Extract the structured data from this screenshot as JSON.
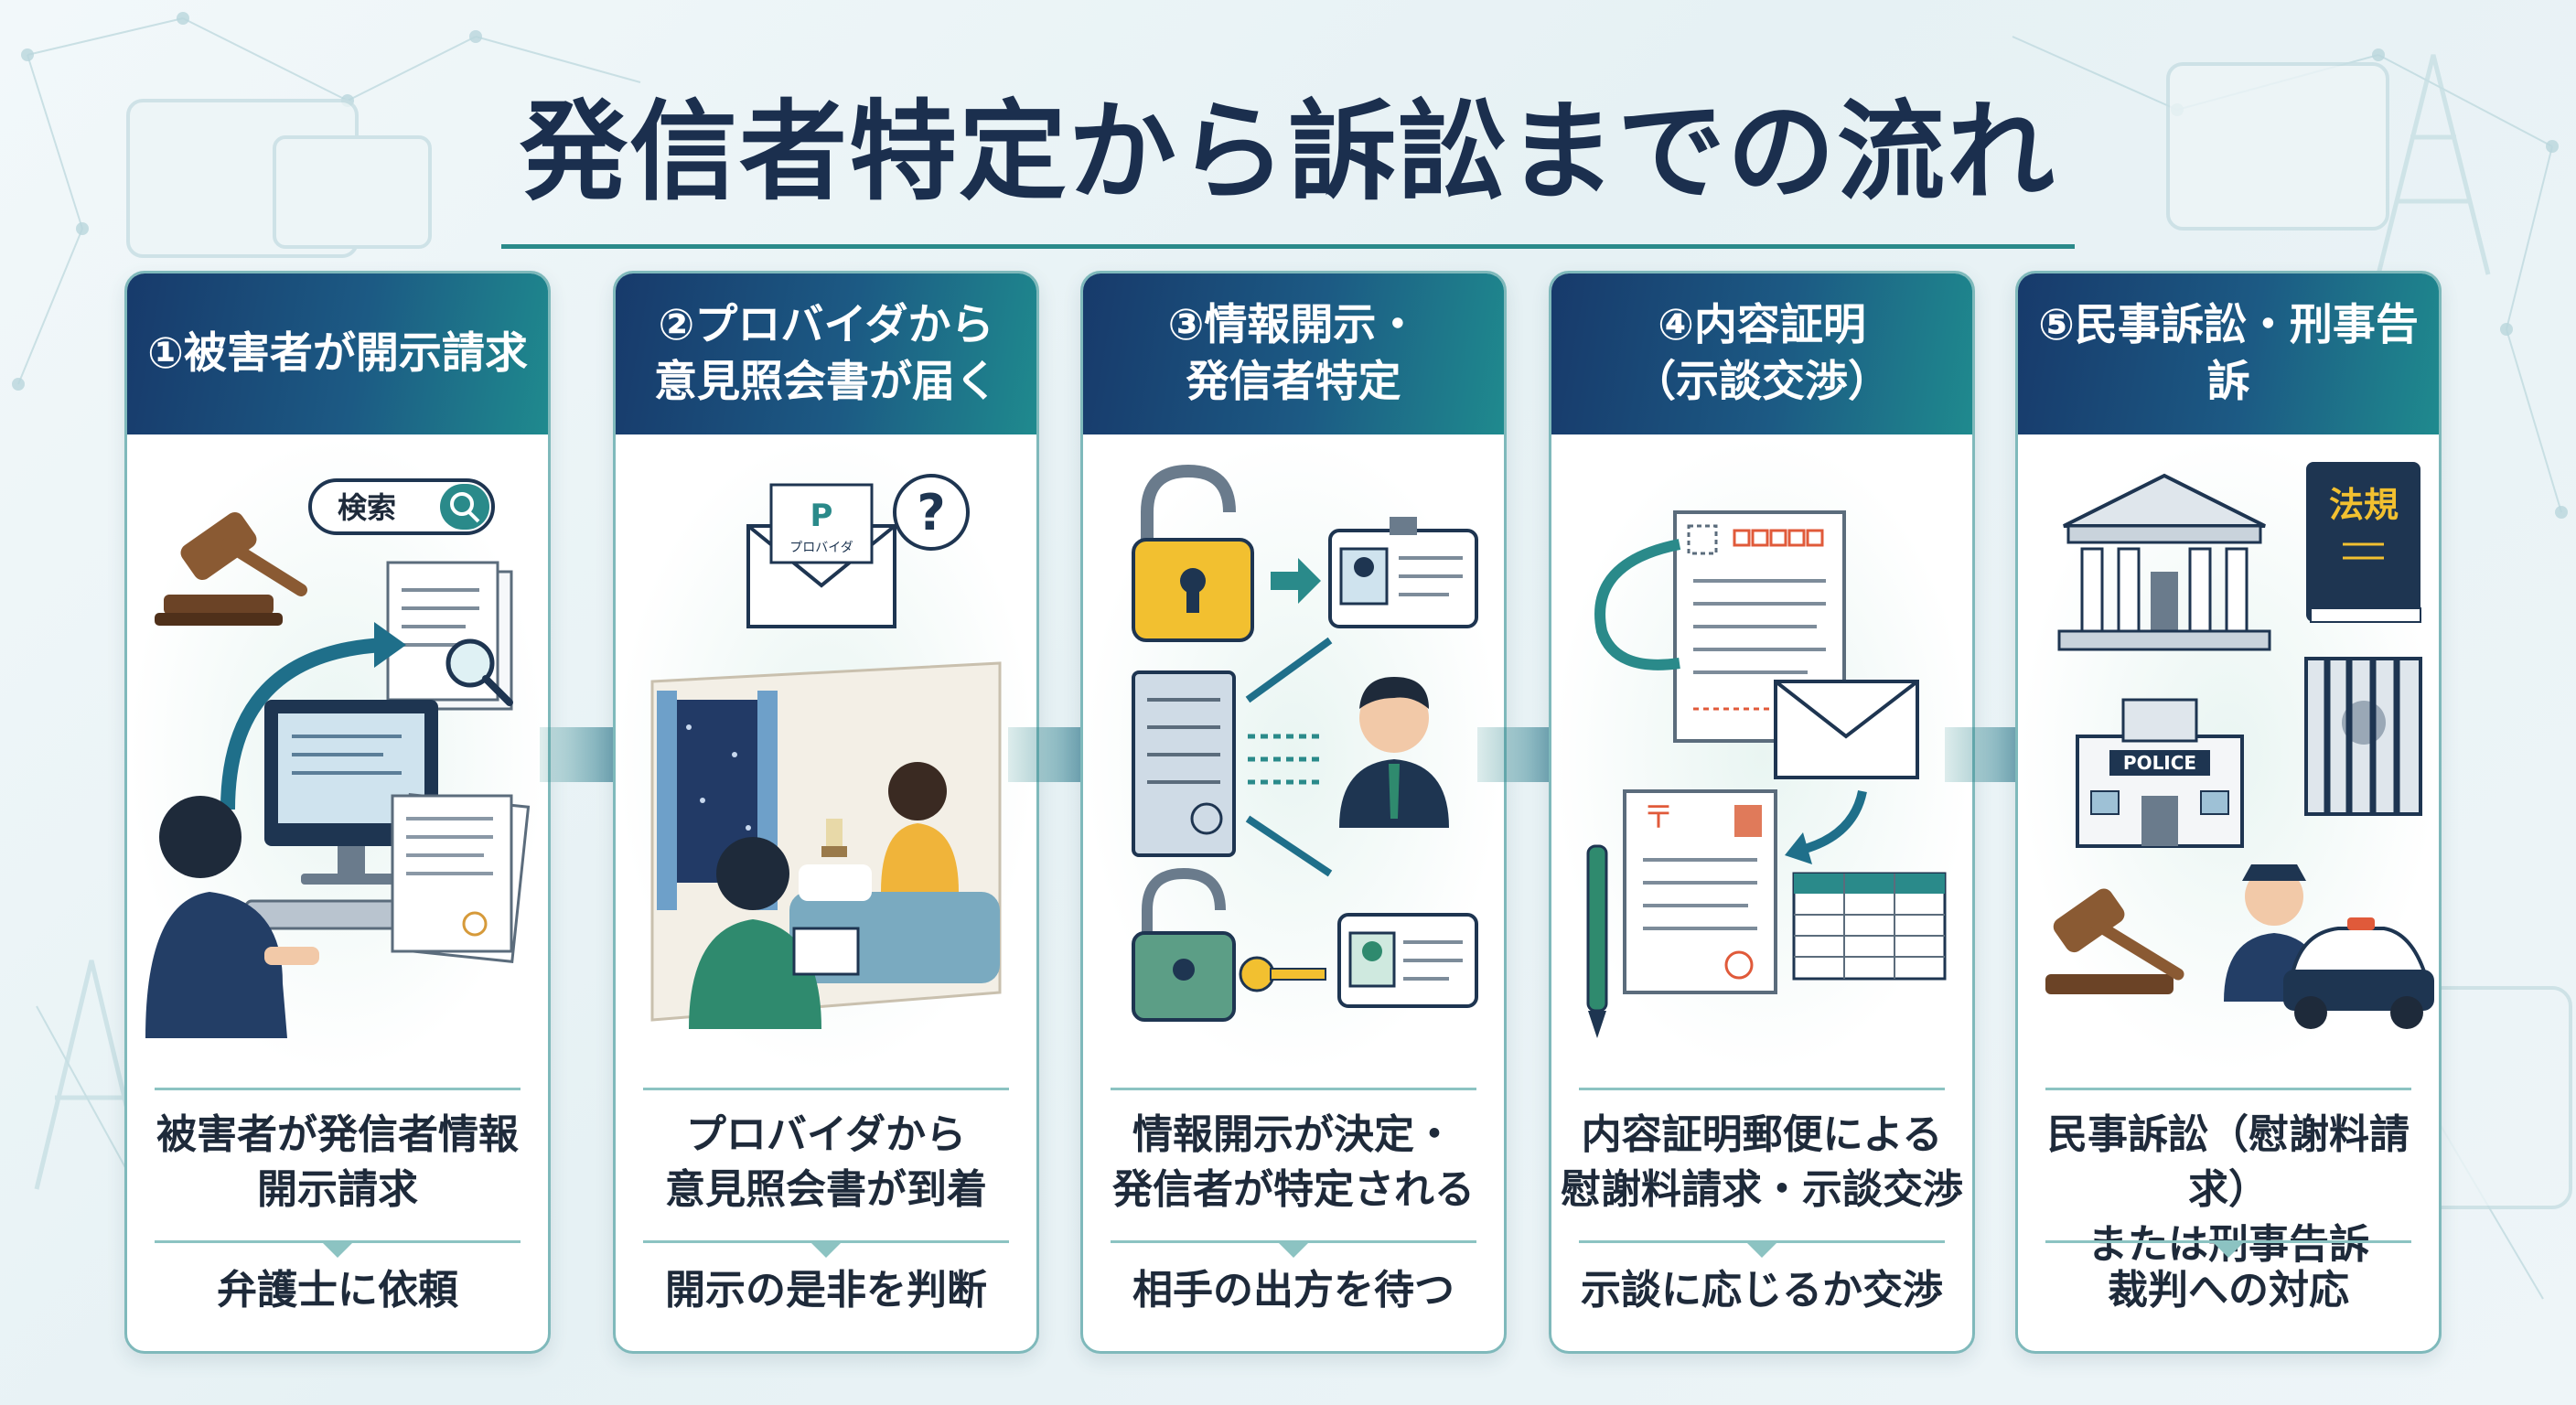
{
  "title": "発信者特定から訴訟までの流れ",
  "steps": [
    {
      "heading": "①被害者が開示請求",
      "search_label": "検索",
      "description": "被害者が発信者情報\n開示請求",
      "sub": "弁護士に依頼"
    },
    {
      "heading": "②プロバイダから\n意見照会書が届く",
      "envelope_label": "プロバイダ",
      "description": "プロバイダから\n意見照会書が到着",
      "sub": "開示の是非を判断"
    },
    {
      "heading": "③情報開示・\n発信者特定",
      "description": "情報開示が決定・\n発信者が特定される",
      "sub": "相手の出方を待つ"
    },
    {
      "heading": "④内容証明\n（示談交渉）",
      "description": "内容証明郵便による\n慰謝料請求・示談交渉",
      "sub": "示談に応じるか交渉"
    },
    {
      "heading": "⑤民事訴訟・刑事告訴",
      "book_label": "法規",
      "police_label": "POLICE",
      "description": "民事訴訟（慰謝料請求）\nまたは刑事告訴",
      "sub": "裁判への対応"
    }
  ],
  "colors": {
    "header_start": "#173a6b",
    "header_end": "#1f8a8e",
    "title": "#1b2f4e",
    "accent": "#2a8a8a"
  }
}
